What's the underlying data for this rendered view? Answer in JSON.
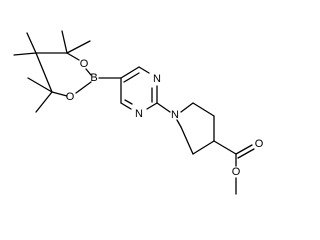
{
  "molecule": {
    "atoms": {
      "o1": "O",
      "o2": "O",
      "b": "B",
      "n1": "N",
      "n2": "N",
      "n3": "N",
      "o3": "O",
      "o4": "O"
    }
  },
  "colors": {
    "bond": "#000000",
    "label": "#000000",
    "background": "#ffffff"
  }
}
